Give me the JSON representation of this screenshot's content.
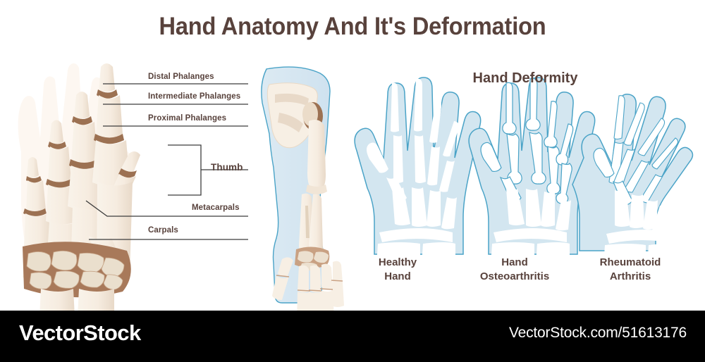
{
  "title": "Hand Anatomy And It's Deformation",
  "section": {
    "deformity_heading": "Hand Deformity"
  },
  "anatomy_labels": {
    "distal": "Distal Phalanges",
    "intermediate": "Intermediate Phalanges",
    "proximal": "Proximal Phalanges",
    "thumb": "Thumb",
    "metacarpals": "Metacarpals",
    "carpals": "Carpals"
  },
  "deformity_hands": [
    {
      "name": "healthy-hand",
      "line1": "Healthy",
      "line2": "Hand"
    },
    {
      "name": "osteoarthritis-hand",
      "line1": "Hand",
      "line2": "Osteoarthritis"
    },
    {
      "name": "rheumatoid-hand",
      "line1": "Rheumatoid",
      "line2": "Arthritis"
    }
  ],
  "footer": {
    "logo": "VectorStock",
    "url": "VectorStock.com/51613176"
  },
  "colors": {
    "title_text": "#58423c",
    "bone_fill": "#f7efe4",
    "bone_shade": "#ede0cf",
    "joint_brown": "#9c7152",
    "carpal_bg": "#a8795a",
    "skin_blue": "#d3e6f0",
    "outline_blue": "#4aa3c7",
    "white": "#ffffff",
    "footer_bg": "#000000"
  }
}
